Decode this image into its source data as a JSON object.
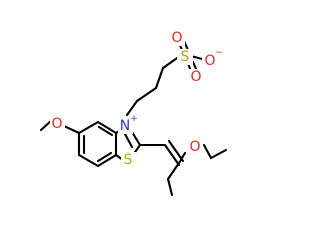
{
  "atoms": {
    "sulfonate_s": "S",
    "sulfonate_o_top": "O",
    "sulfonate_o_bottom": "O",
    "sulfonate_o_minus": "O",
    "sulfonate_o_minus_charge": "−",
    "ring_nitrogen": "N",
    "ring_nitrogen_charge": "+",
    "ring_sulfur": "S",
    "methoxy_o": "O",
    "ethoxy_o": "O"
  },
  "colors": {
    "bond": "#000000",
    "nitrogen": "#2a38d6",
    "sulfur": "#b8a600",
    "oxygen": "#e8261d",
    "background": "#ffffff"
  }
}
